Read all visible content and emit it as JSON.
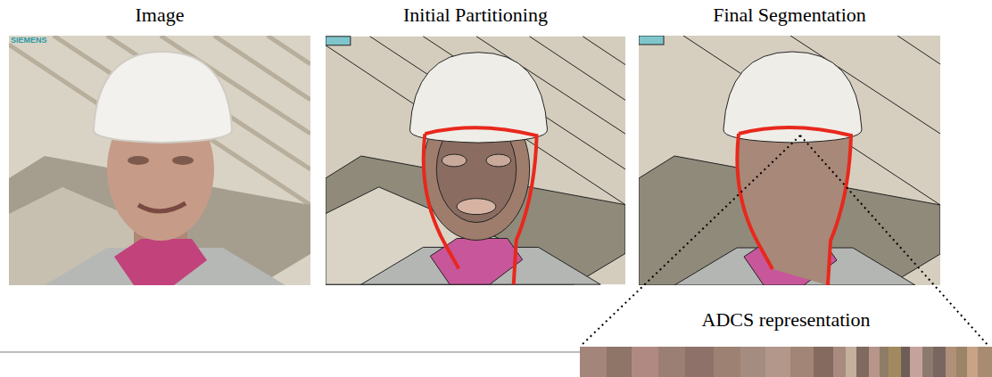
{
  "diagram": {
    "nodes": [
      {
        "text": [
          "Image"
        ]
      },
      {
        "text": [
          "Initial Partitioning"
        ]
      },
      {
        "text": [
          "Final Segmentation"
        ]
      },
      {
        "text": [
          "ADCS representation"
        ]
      }
    ],
    "labels": [
      "SIEMENS"
    ]
  }
}
